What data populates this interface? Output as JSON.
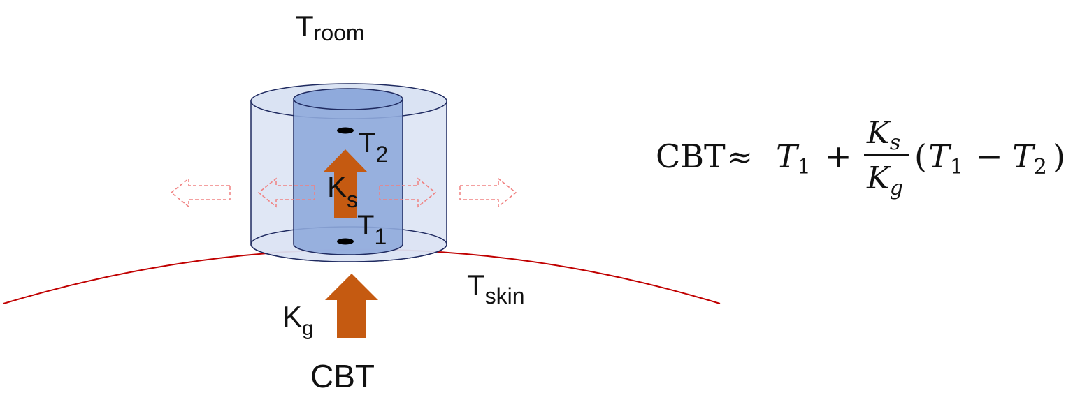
{
  "labels": {
    "t_room": {
      "main": "T",
      "sub": "room"
    },
    "t_skin": {
      "main": "T",
      "sub": "skin"
    },
    "k_g": {
      "main": "K",
      "sub": "g"
    },
    "k_s": {
      "main": "K",
      "sub": "s"
    },
    "t_1": {
      "main": "T",
      "sub": "1"
    },
    "t_2": {
      "main": "T",
      "sub": "2"
    },
    "cbt": "CBT"
  },
  "equation": {
    "lhs": "CBT",
    "approx": "≈",
    "t1": {
      "main": "T",
      "sub": "1"
    },
    "plus": "+",
    "numerator": {
      "main": "K",
      "sub": "s"
    },
    "denominator": {
      "main": "K",
      "sub": "g"
    },
    "paren_open": "(",
    "minus": "−",
    "t2": {
      "main": "T",
      "sub": "2"
    },
    "paren_close": ")"
  },
  "colors": {
    "skin_curve": "#c00000",
    "outer_cylinder_fill": "#dae3f3",
    "inner_cylinder_fill": "#8faadc",
    "cylinder_stroke": "#1f2a60",
    "heat_arrow": "#c55a11",
    "dashed_arrow": "#f08080"
  }
}
